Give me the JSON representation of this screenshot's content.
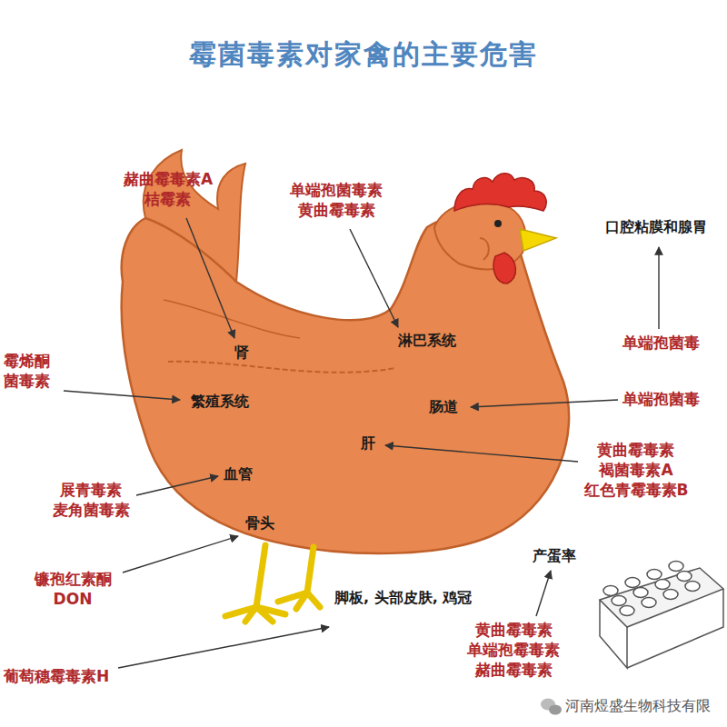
{
  "diagram": {
    "title": "霉菌毒素对家禽的主要危害",
    "labels": [
      "赭曲霉毒素A 桔霉素",
      "单端孢菌毒素 黄曲霉毒素",
      "口腔粘膜和腺胃",
      "霉烯酮 菌毒素",
      "肾",
      "淋巴系统",
      "繁殖系统",
      "单端孢菌毒",
      "肠道",
      "单端孢菌毒",
      "肝",
      "黄曲霉毒素 褐菌毒素A 红色青霉毒素B",
      "血管",
      "展青毒素 麦角菌毒素",
      "骨头",
      "镰孢红素酮 DON",
      "脚板, 头部皮肤, 鸡冠",
      "葡萄穗霉毒素H",
      "产蛋率",
      "黄曲霉毒素 单端孢霉毒素 赭曲霉毒素",
      "河南煜盛生物科技有限"
    ]
  }
}
